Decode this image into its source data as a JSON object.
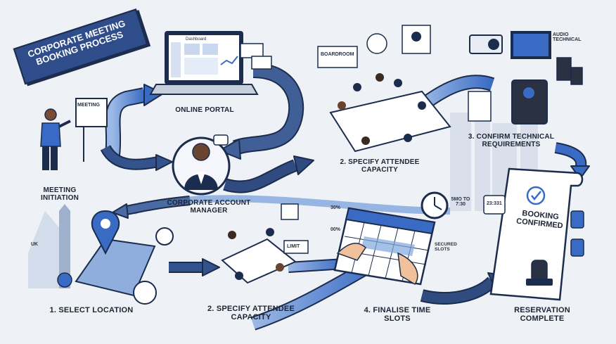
{
  "title": "CORPORATE MEETING BOOKING PROCESS",
  "steps": {
    "meeting_initiation": "MEETING INITIATION",
    "online_portal": "ONLINE PORTAL",
    "account_manager": "CORPORATE ACCOUNT MANAGER",
    "attendee_capacity_top": "2. SPECIFY ATTENDEE CAPACITY",
    "technical": "3. CONFIRM TECHNICAL REQUIREMENTS",
    "select_location": "1. SELECT LOCATION",
    "attendee_capacity_bottom": "2. SPECIFY ATTENDEE CAPACITY",
    "time_slots": "4. FINALISE TIME SLOTS",
    "complete": "RESERVATION COMPLETE"
  },
  "small_text": {
    "meeting_sign": "MEETING",
    "boardroom_sign": "BOARDROOM",
    "dashboard": "Dashboard",
    "audio_technical": "AUDIO TECHNICAL",
    "uk": "UK",
    "limit": "LIMIT",
    "percent_top": "30%",
    "percent_bottom": "00%",
    "secured_slots": "SECURED SLOTS",
    "time_range": "5MO TO 7:30",
    "booking_confirmed": "BOOKING CONFIRMED",
    "clock_time": "23:331"
  },
  "colors": {
    "navy": "#1c2c4d",
    "arrow_blue": "#3a6bc4",
    "arrow_light": "#7fa6de",
    "accent": "#2e4d8a",
    "background": "#eef1f6"
  },
  "icons": [
    "person-standing-icon",
    "laptop-icon",
    "headset-person-icon",
    "meeting-table-icon",
    "projector-icon",
    "map-pin-icon",
    "calendar-icon",
    "clock-icon",
    "document-scroll-icon",
    "stamp-icon",
    "compass-icon"
  ]
}
